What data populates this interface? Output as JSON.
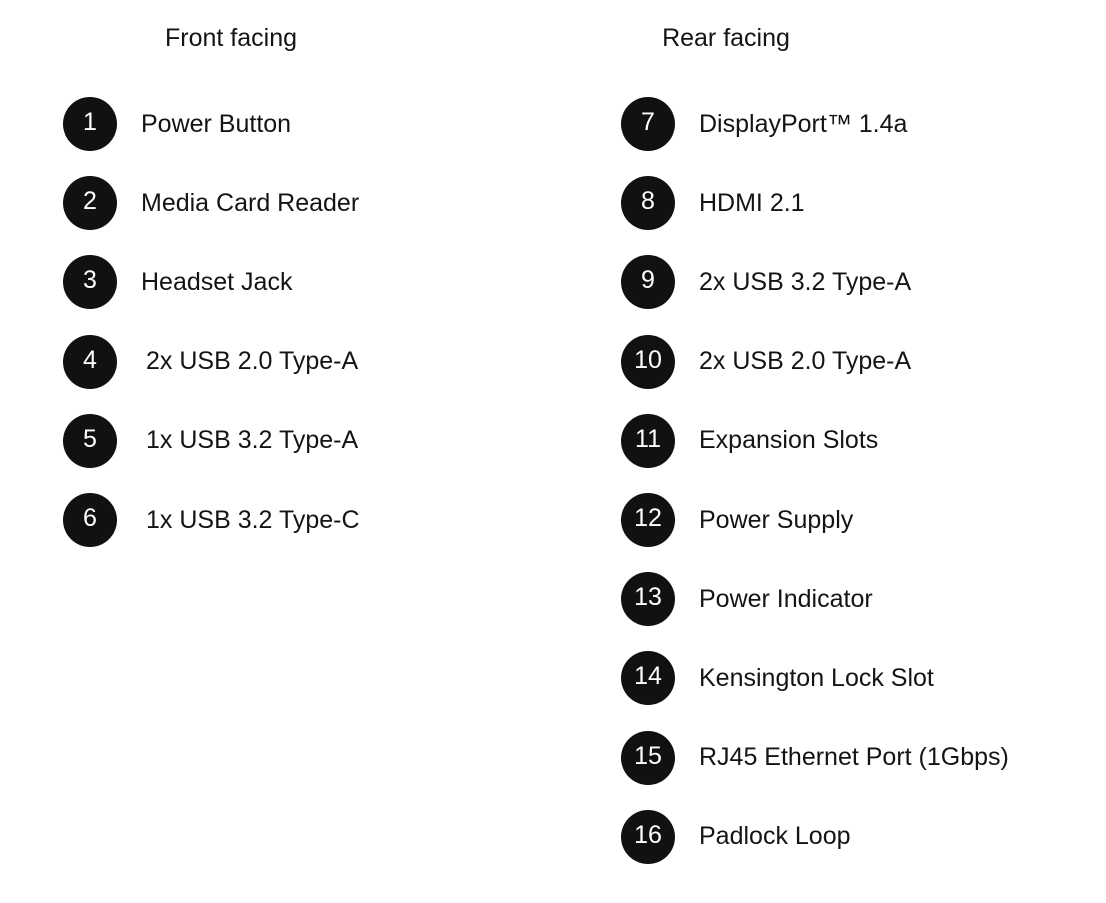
{
  "front": {
    "title": "Front facing",
    "items": [
      {
        "num": "1",
        "label": "Power Button"
      },
      {
        "num": "2",
        "label": "Media Card Reader"
      },
      {
        "num": "3",
        "label": "Headset Jack"
      },
      {
        "num": "4",
        "label": "2x USB 2.0 Type-A"
      },
      {
        "num": "5",
        "label": "1x USB 3.2 Type-A"
      },
      {
        "num": "6",
        "label": "1x USB 3.2 Type-C"
      }
    ]
  },
  "rear": {
    "title": "Rear facing",
    "items": [
      {
        "num": "7",
        "label": "DisplayPort™ 1.4a"
      },
      {
        "num": "8",
        "label": "HDMI 2.1"
      },
      {
        "num": "9",
        "label": "2x USB 3.2 Type-A"
      },
      {
        "num": "10",
        "label": "2x USB 2.0 Type-A"
      },
      {
        "num": "11",
        "label": "Expansion Slots"
      },
      {
        "num": "12",
        "label": "Power Supply"
      },
      {
        "num": "13",
        "label": "Power Indicator"
      },
      {
        "num": "14",
        "label": "Kensington Lock Slot"
      },
      {
        "num": "15",
        "label": "RJ45 Ethernet Port (1Gbps)"
      },
      {
        "num": "16",
        "label": "Padlock Loop"
      }
    ]
  }
}
